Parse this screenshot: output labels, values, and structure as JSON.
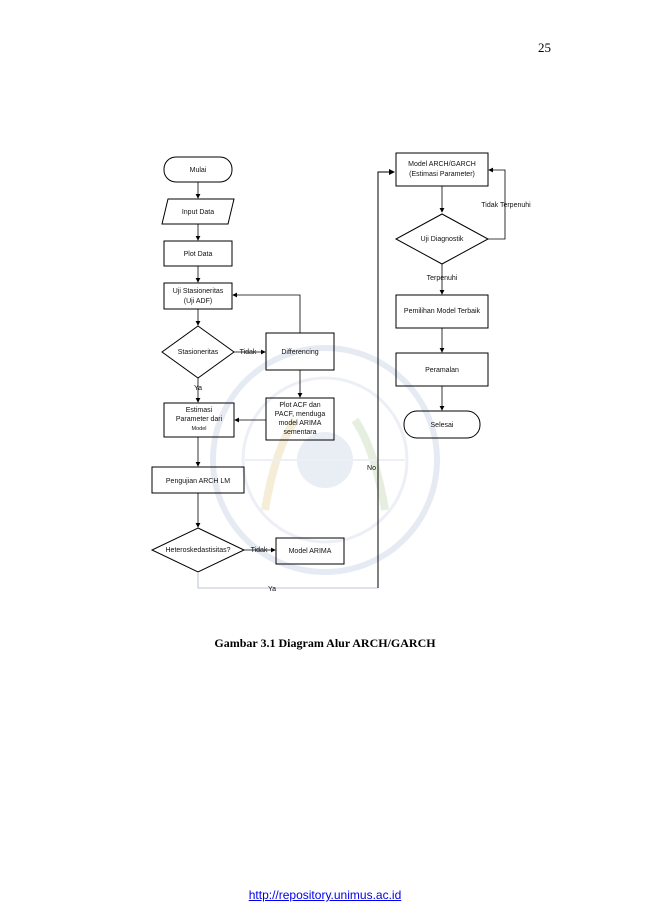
{
  "page": {
    "number": "25"
  },
  "flowchart": {
    "mulai": "Mulai",
    "input_data": "Input Data",
    "plot_data": "Plot Data",
    "uji_stasioneritas_1": "Uji Stasioneritas",
    "uji_stasioneritas_2": "(Uji ADF)",
    "stasioneritas": "Stasioneritas",
    "tidak": "Tidak",
    "differencing": "Differencing",
    "ya": "Ya",
    "estimasi_1": "Estimasi",
    "estimasi_2": "Parameter dari",
    "estimasi_3": "Model",
    "plot_acf_1": "Plot ACF dan",
    "plot_acf_2": "PACF, menduga",
    "plot_acf_3": "model ARIMA",
    "plot_acf_4": "sementara",
    "pengujian_arch": "Pengujian ARCH LM",
    "heteroskedastisitas": "Heteroskedastisitas?",
    "model_arima": "Model ARIMA",
    "ya_bottom": "Ya",
    "no": "No",
    "model_archgarch_1": "Model ARCH/GARCH",
    "model_archgarch_2": "(Estimasi Parameter)",
    "tidak_terpenuhi": "Tidak Terpenuhi",
    "uji_diagnostik": "Uji Diagnostik",
    "terpenuhi": "Terpenuhi",
    "pemilihan_model": "Pemilihan Model Terbaik",
    "peramalan": "Peramalan",
    "selesai": "Selesai"
  },
  "caption": "Gambar 3.1 Diagram Alur ARCH/GARCH",
  "footer": {
    "link": "http://repository.unimus.ac.id"
  }
}
